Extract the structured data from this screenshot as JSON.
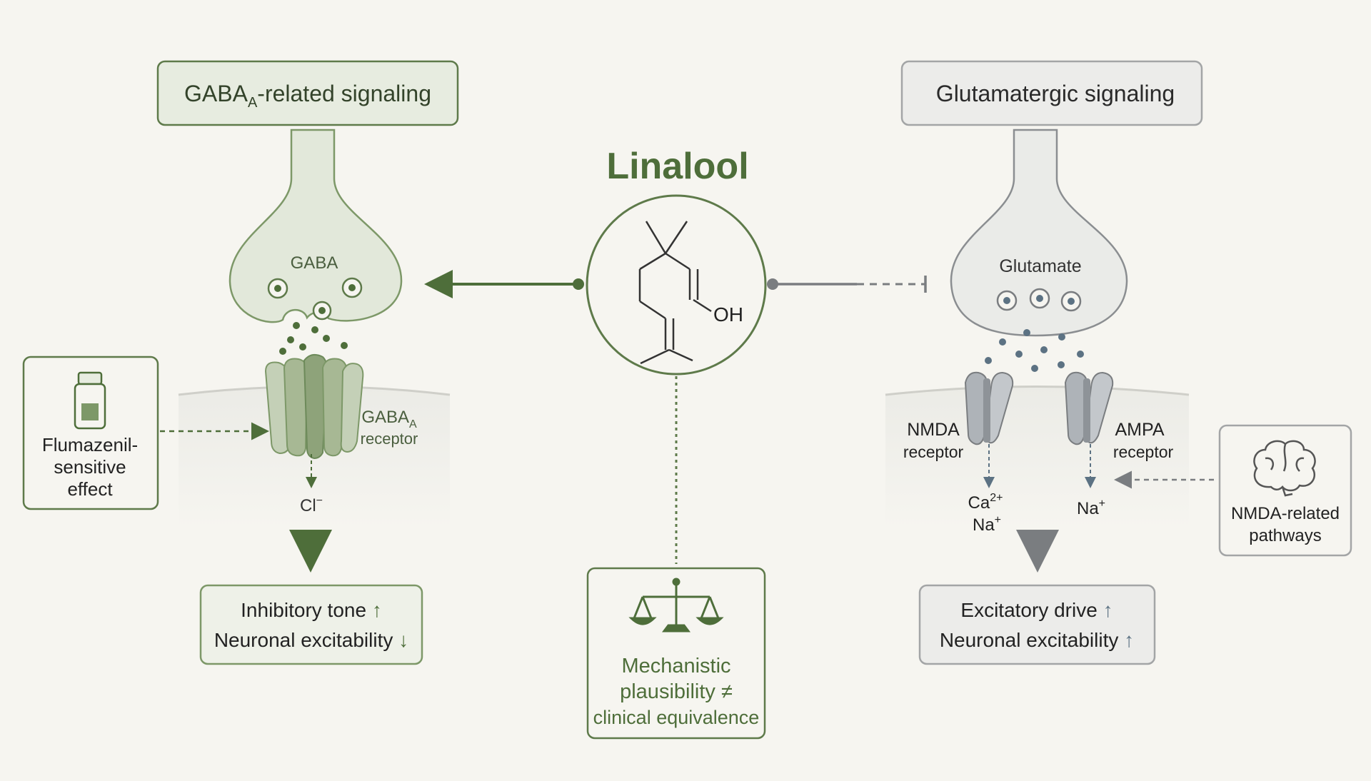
{
  "title": "Linalool",
  "gaba_panel": {
    "header_main": "GABA",
    "header_sub": "A",
    "header_rest": "-related signaling",
    "neurotransmitter": "GABA",
    "receptor_main": "GABA",
    "receptor_sub": "A",
    "receptor_line2": "receptor",
    "ion": "Cl",
    "ion_sup": "−",
    "outcome_line1": "Inhibitory tone",
    "outcome_line1_arrow": "↑",
    "outcome_line2": "Neuronal excitability",
    "outcome_line2_arrow": "↓"
  },
  "flumazenil": {
    "line1": "Flumazenil-",
    "line2": "sensitive",
    "line3": "effect"
  },
  "glutamate_panel": {
    "header": "Glutamatergic signaling",
    "neurotransmitter": "Glutamate",
    "nmda_line1": "NMDA",
    "nmda_line2": "receptor",
    "ampa_line1": "AMPA",
    "ampa_line2": "receptor",
    "nmda_ion1": "Ca",
    "nmda_ion1_sup": "2+",
    "nmda_ion2": "Na",
    "nmda_ion2_sup": "+",
    "ampa_ion": "Na",
    "ampa_ion_sup": "+",
    "outcome_line1": "Excitatory drive",
    "outcome_line1_arrow": "↑",
    "outcome_line2": "Neuronal excitability",
    "outcome_line2_arrow": "↑"
  },
  "nmda_pathways": {
    "line1": "NMDA-related",
    "line2": "pathways"
  },
  "molecule": {
    "oh_label": "OH"
  },
  "caveat": {
    "line1": "Mechanistic",
    "line2": "plausibility ≠",
    "line3": "clinical equivalence"
  },
  "colors": {
    "green_dark": "#4e6e3a",
    "green_mid": "#7d9868",
    "green_light": "#e7ece0",
    "grey_dark": "#6f7377",
    "grey_light": "#ececea",
    "blue_grey": "#5c7283"
  }
}
